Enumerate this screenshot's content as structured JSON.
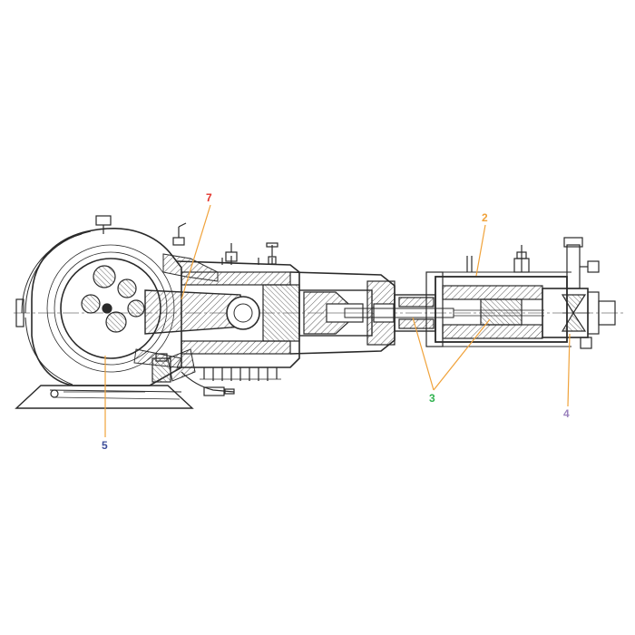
{
  "diagram": {
    "callouts": [
      {
        "id": "7",
        "label": "7",
        "color": "#e2332b"
      },
      {
        "id": "2",
        "label": "2",
        "color": "#f0a23a"
      },
      {
        "id": "3",
        "label": "3",
        "color": "#2fb24f"
      },
      {
        "id": "4",
        "label": "4",
        "color": "#9b82bd"
      },
      {
        "id": "5",
        "label": "5",
        "color": "#3f4f9a"
      }
    ],
    "colors": {
      "line": "#2a2a2a",
      "hatch": "#555555",
      "background": "#ffffff"
    }
  }
}
